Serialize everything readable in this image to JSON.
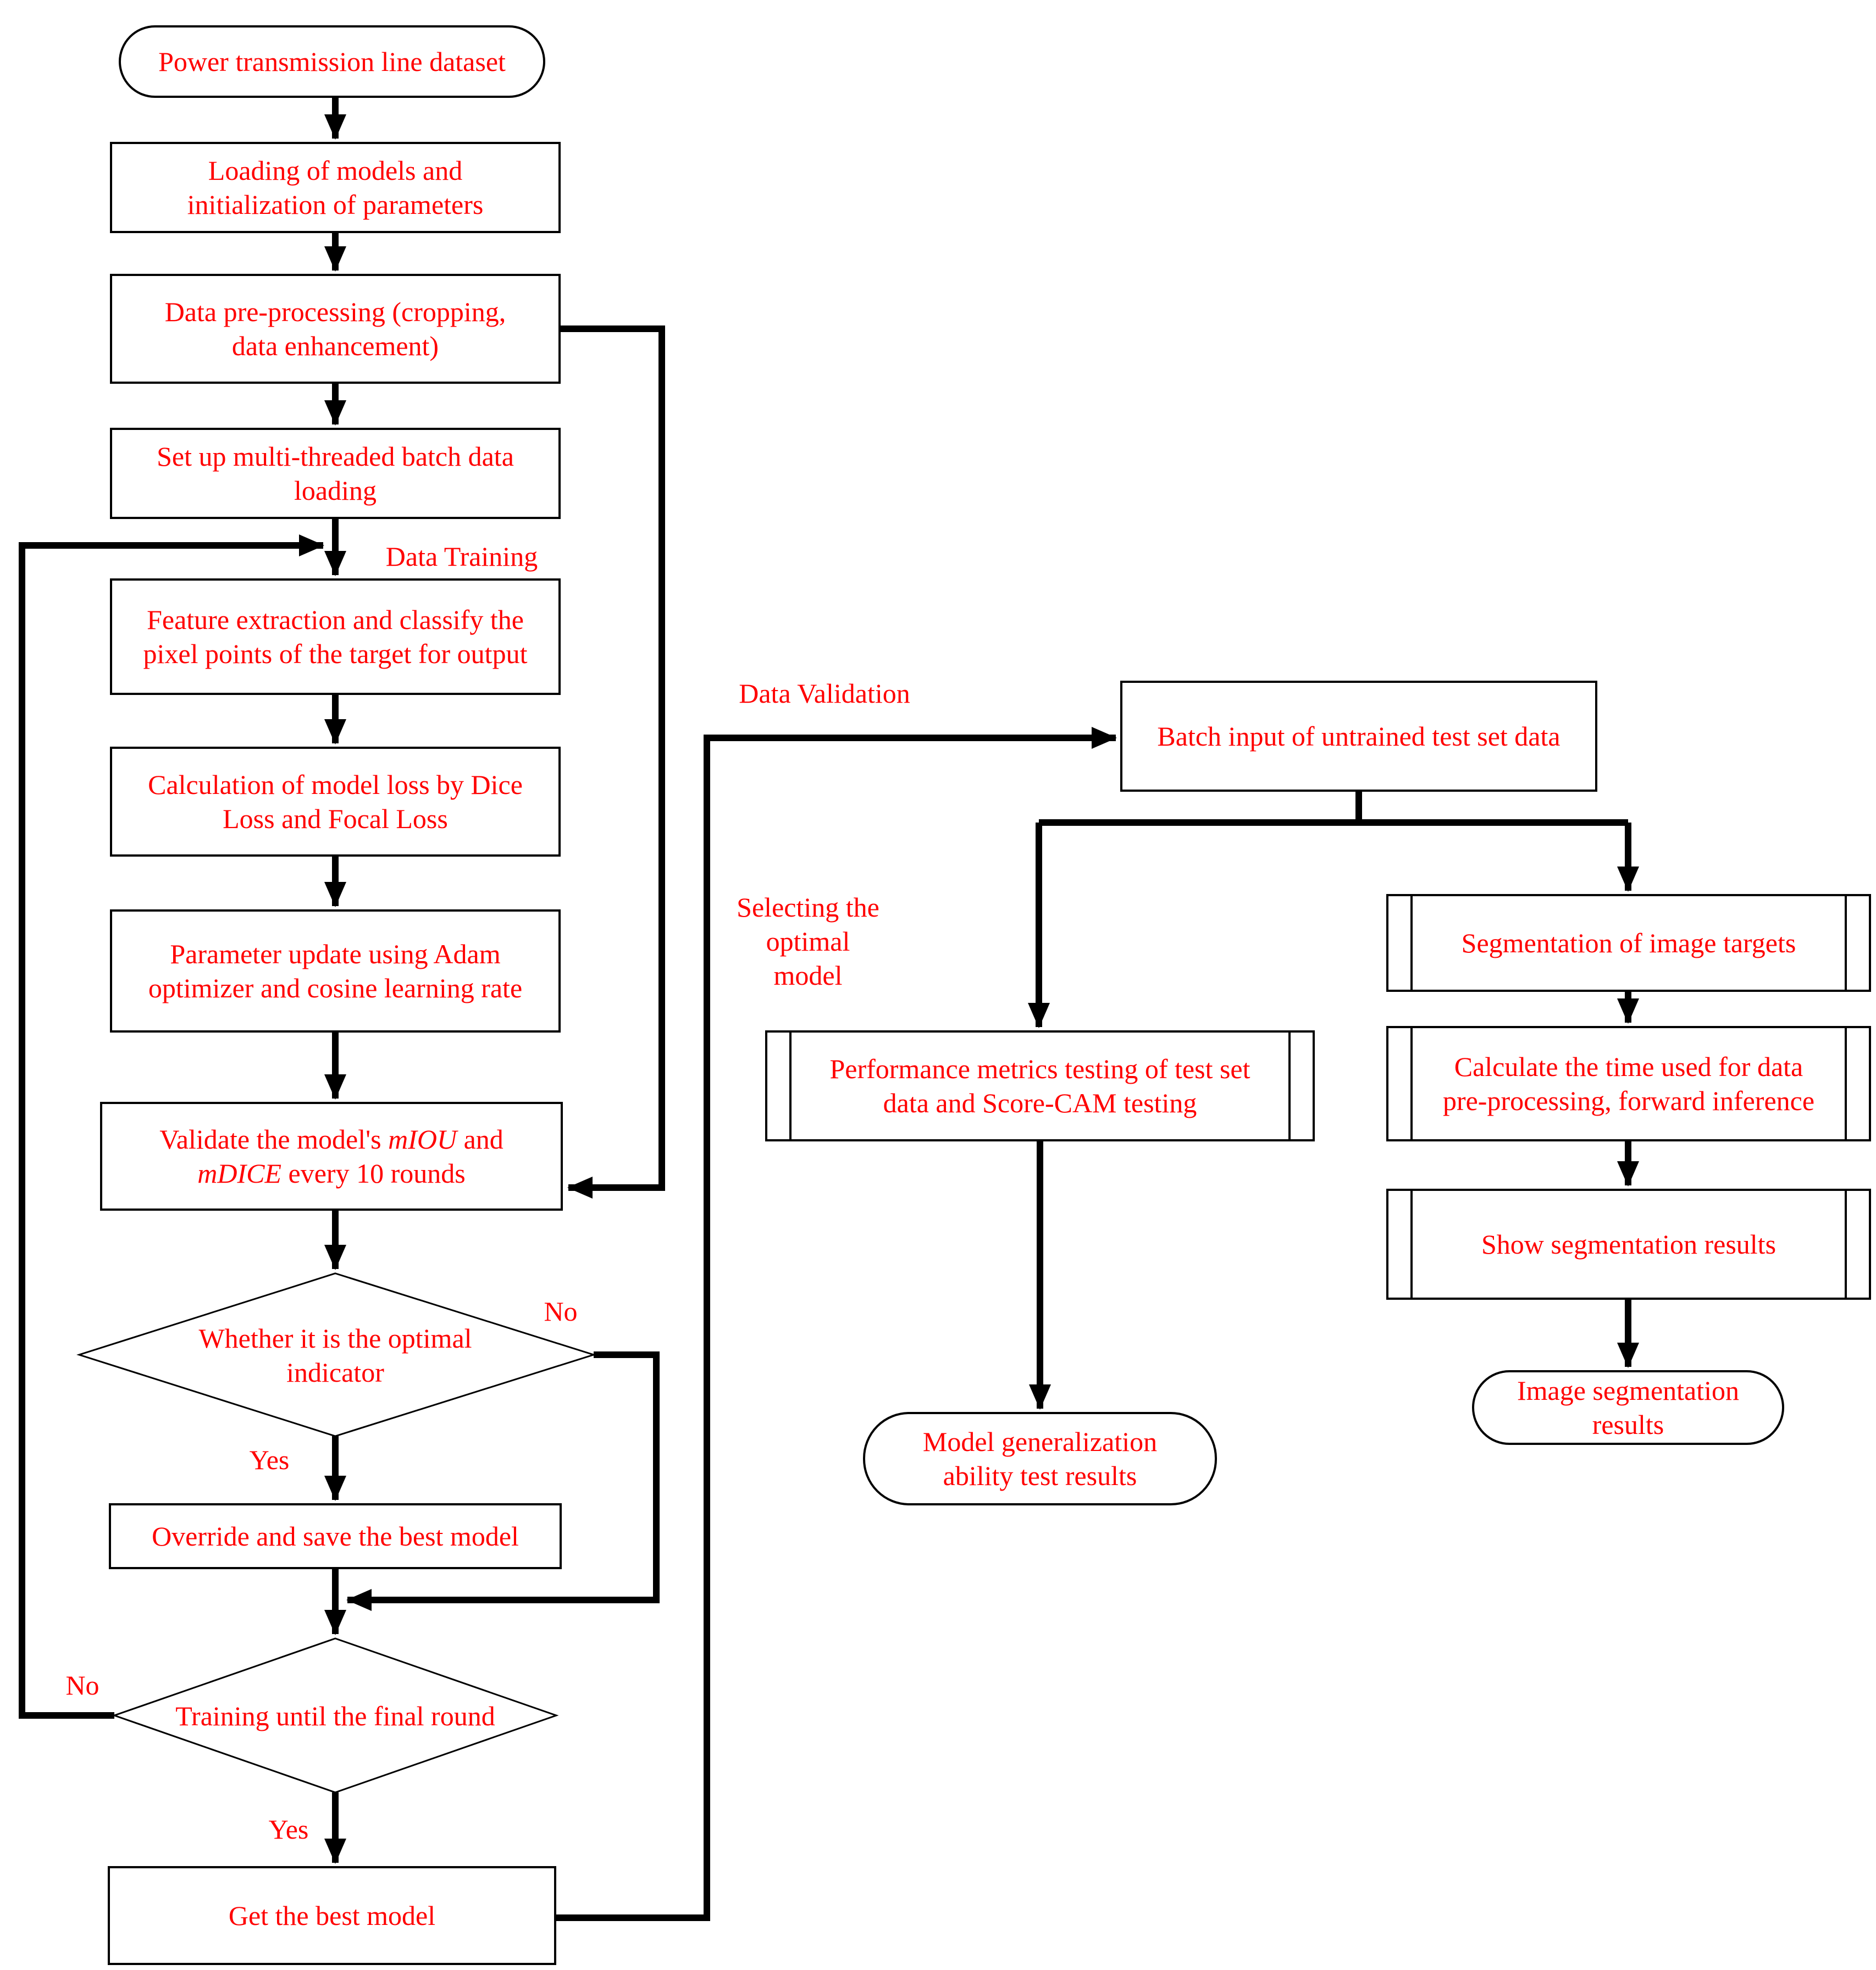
{
  "colors": {
    "text": "#ff0000",
    "line": "#000000",
    "background": "#ffffff"
  },
  "nodes": {
    "power_dataset": {
      "label": "Power transmission line dataset"
    },
    "loading_models": {
      "lines": [
        "Loading of models and",
        "initialization of parameters"
      ]
    },
    "data_preprocessing": {
      "lines": [
        "Data pre-processing (cropping,",
        "data enhancement)"
      ]
    },
    "batch_loading": {
      "lines": [
        "Set up multi-threaded batch data",
        "loading"
      ]
    },
    "feature_extraction": {
      "lines": [
        "Feature extraction and classify the",
        "pixel points of the target for output"
      ]
    },
    "loss_calculation": {
      "lines": [
        "Calculation of model loss by Dice",
        "Loss and Focal Loss"
      ]
    },
    "parameter_update": {
      "lines": [
        "Parameter update using Adam",
        "optimizer and cosine learning rate"
      ]
    },
    "validate_model": {
      "line1_pre": "Validate the model's ",
      "line1_italic": "mIOU",
      "line1_post": " and",
      "line2_italic": "mDICE",
      "line2_post": " every 10 rounds"
    },
    "optimal_decision": {
      "lines": [
        "Whether it is the optimal",
        "indicator"
      ]
    },
    "override_save": {
      "label": "Override and save the best model"
    },
    "final_round_decision": {
      "label": "Training until the final round"
    },
    "get_best_model": {
      "label": "Get the best model"
    },
    "batch_input": {
      "label": "Batch input of untrained test set data"
    },
    "performance_metrics": {
      "lines": [
        "Performance metrics testing of test set",
        "data and Score-CAM testing"
      ]
    },
    "generalization_results": {
      "lines": [
        "Model generalization",
        "ability test results"
      ]
    },
    "segmentation_targets": {
      "label": "Segmentation of image targets"
    },
    "calculate_time": {
      "lines": [
        "Calculate the time used for data",
        "pre-processing, forward inference"
      ]
    },
    "show_results": {
      "label": "Show segmentation results"
    },
    "segmentation_results": {
      "lines": [
        "Image segmentation",
        "results"
      ]
    }
  },
  "labels": {
    "data_training": "Data Training",
    "data_validation": "Data Validation",
    "selecting_optimal": {
      "lines": [
        "Selecting the",
        "optimal",
        "model"
      ]
    },
    "no_1": "No",
    "yes_1": "Yes",
    "no_2": "No",
    "yes_2": "Yes"
  }
}
